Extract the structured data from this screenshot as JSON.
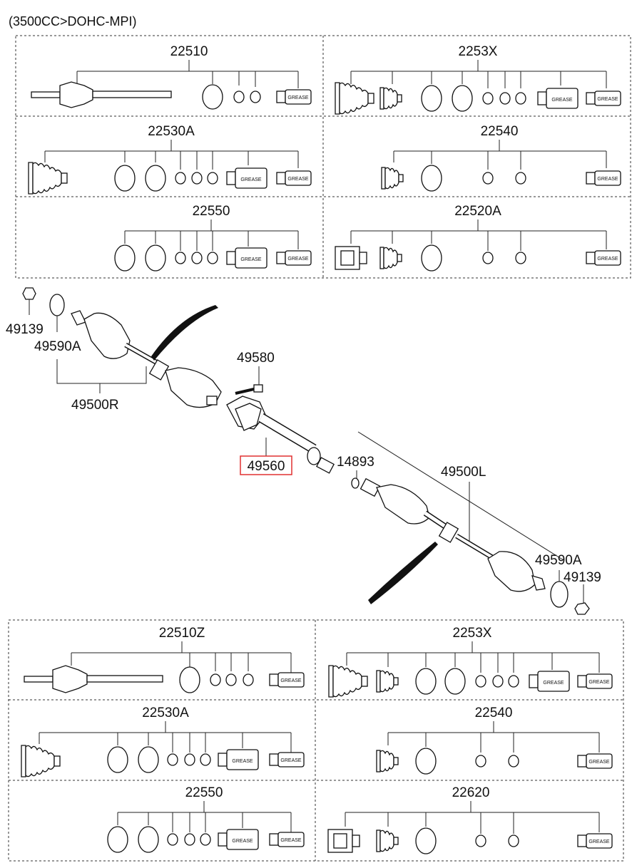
{
  "header": {
    "title": "(3500CC>DOHC-MPI)"
  },
  "kit_boxes": {
    "top": [
      {
        "code": "22510",
        "grease": "GREASE"
      },
      {
        "code": "2253X",
        "grease": [
          "GREASE",
          "GREASE"
        ]
      },
      {
        "code": "22530A",
        "grease": [
          "GREASE",
          "GREASE"
        ]
      },
      {
        "code": "22540",
        "grease": "GREASE"
      },
      {
        "code": "22550",
        "grease": [
          "GREASE",
          "GREASE"
        ]
      },
      {
        "code": "22520A",
        "grease": "GREASE"
      }
    ],
    "bottom": [
      {
        "code": "22510Z",
        "grease": "GREASE"
      },
      {
        "code": "2253X",
        "grease": [
          "GREASE",
          "GREASE"
        ]
      },
      {
        "code": "22530A",
        "grease": [
          "GREASE",
          "GREASE"
        ]
      },
      {
        "code": "22540",
        "grease": "GREASE"
      },
      {
        "code": "22550",
        "grease": [
          "GREASE",
          "GREASE"
        ]
      },
      {
        "code": "22620",
        "grease": "GREASE"
      }
    ]
  },
  "callouts": {
    "nut_left": "49139",
    "ring_left": "49590A",
    "shaft_right": "49500R",
    "bolt": "49580",
    "bearing_bracket": "49560",
    "circlip": "14893",
    "shaft_left": "49500L",
    "ring_right": "49590A",
    "nut_right": "49139"
  },
  "highlight": {
    "part": "49560",
    "color": "#e03030"
  }
}
